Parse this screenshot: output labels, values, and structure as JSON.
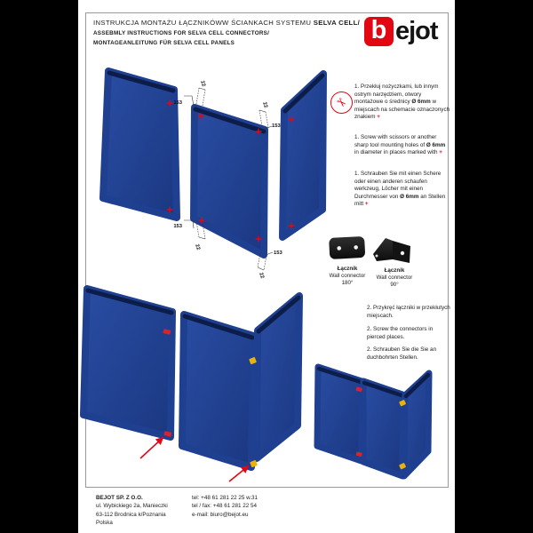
{
  "header": {
    "title_line1": "INSTRUKCJA MONTAŻU ŁĄCZNIKÓWW ŚCIANKACH SYSTEMU ",
    "title_line1_bold": "SELVA CELL/",
    "title_line2": "ASSEBMLY INSTRUCTIONS FOR SELVA CELL CONNECTORS/",
    "title_line3": "MONTAGEANLEITUNG FÜR SELVA CELL PANELS"
  },
  "logo": {
    "b": "b",
    "rest": "ejot"
  },
  "colors": {
    "accent_red": "#e30613",
    "panel_blue": "#1f4090",
    "clip_yellow": "#e9b20d"
  },
  "diagram": {
    "dim_153": "153",
    "dim_22": "22"
  },
  "icons": {
    "scissors": "✂"
  },
  "steps": {
    "one": {
      "pl_pre": "1. Przekłuj nożyczkami, lub innym ostrym narzędziem, otwory montażowe o średnicy ",
      "pl_bold": "Ø 6mm",
      "pl_post": " w miejscach na schemacie oznaczonych znakiem ",
      "en_pre": "1. Screw with scissors or another sharp tool mounting holes of ",
      "en_bold": "Ø 6mm",
      "en_post": " in diameter in places marked with ",
      "de_pre": "1. Schrauben Sie mit einen Schere oder einen anderen schaufen werkzeug, Löcher mit einen Durchmesser von ",
      "de_bold": "Ø 6mm",
      "de_post": " an Stellen mitt ",
      "mark": "+"
    },
    "two": {
      "pl": "2. Przykręć łączniki w przekłutych miejscach.",
      "en": "2. Screw the connectors in pierced places.",
      "de": "2. Schrauben Sie die Sie an duchbohrten Stellen."
    }
  },
  "connectors": {
    "c180": {
      "name_pl": "Łącznik",
      "name_en": "Wall connector",
      "angle": "180°"
    },
    "c90": {
      "name_pl": "Łącznik",
      "name_en": "Wall connector",
      "angle": "90°"
    }
  },
  "footer": {
    "company": "BEJOT SP. Z O.O.",
    "address1": "ul. Wybickiego 2a, Manieczki",
    "address2": "63-112 Brodnica k/Poznania",
    "address3": "Polska",
    "tel": "tel: +48 61 281 22 25 w.31",
    "fax": "tel / fax: +48 61 281 22 54",
    "email": "e-mail: biuro@bejot.eu"
  }
}
